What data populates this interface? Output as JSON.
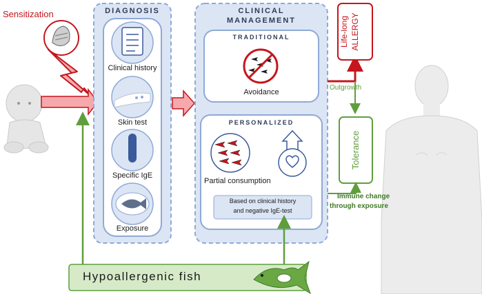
{
  "sensitization": {
    "label": "Sensitization"
  },
  "diagnosis": {
    "title": "DIAGNOSIS",
    "items": [
      {
        "label": "Clinical history",
        "icon": "clipboard-icon"
      },
      {
        "label": "Skin test",
        "icon": "arm-skin-test-icon"
      },
      {
        "label": "Specific IgE",
        "icon": "test-tube-icon"
      },
      {
        "label": "Exposure",
        "icon": "fish-plate-icon"
      }
    ]
  },
  "clinical_management": {
    "title_line1": "CLINICAL",
    "title_line2": "MANAGEMENT",
    "traditional": {
      "title": "TRADITIONAL",
      "caption": "Avoidance",
      "icon": "no-fish-icon"
    },
    "personalized": {
      "title": "PERSONALIZED",
      "caption": "Partial consumption",
      "note_line1": "Based on clinical history",
      "note_line2": "and negative IgE-test",
      "icons": [
        "partial-fish-circle-icon",
        "heart-up-arrow-icon"
      ]
    }
  },
  "outcomes": {
    "allergy_line1": "Life-long",
    "allergy_line2": "ALLERGY",
    "tolerance": "Tolerance",
    "outgrowth": "Outgrowth",
    "immune_line1": "Immune change",
    "immune_line2": "through exposure"
  },
  "fish_banner": {
    "label": "Hypoallergenic fish",
    "icon": "green-fish-icon"
  },
  "figures": {
    "child": "baby-icon",
    "adult": "man-icon"
  },
  "colors": {
    "red": "#c4161c",
    "green": "#5f9e3c",
    "dark_green": "#3f7a26",
    "blue_panel": "#dbe5f4",
    "blue_dash": "#8fa9d6",
    "pink_arrow": "#f6a9ad"
  }
}
